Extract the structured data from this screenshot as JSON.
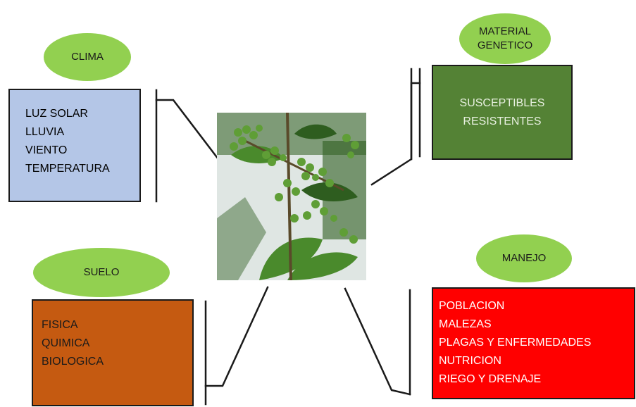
{
  "colors": {
    "ellipse": "#92d050",
    "clima_box": "#b4c6e7",
    "genetico_box": "#548235",
    "suelo_box": "#c55a11",
    "manejo_box": "#ff0000",
    "leaf_dark": "#2e5d1f",
    "leaf_mid": "#4a8a2c",
    "berry": "#5f9e36",
    "sky": "#dfe6e3"
  },
  "clima": {
    "title": "CLIMA",
    "items": [
      "LUZ SOLAR",
      "LLUVIA",
      "VIENTO",
      "TEMPERATURA"
    ]
  },
  "genetico": {
    "title_line1": "MATERIAL",
    "title_line2": "GENETICO",
    "items": [
      "SUSCEPTIBLES",
      "RESISTENTES"
    ]
  },
  "suelo": {
    "title": "SUELO",
    "items": [
      "FISICA",
      "QUIMICA",
      "BIOLOGICA"
    ]
  },
  "manejo": {
    "title": "MANEJO",
    "items": [
      "POBLACION",
      "MALEZAS",
      "PLAGAS Y ENFERMEDADES",
      "NUTRICION",
      "RIEGO Y DRENAJE"
    ]
  },
  "center_image": {
    "icon": "coffee-plant-photo"
  }
}
